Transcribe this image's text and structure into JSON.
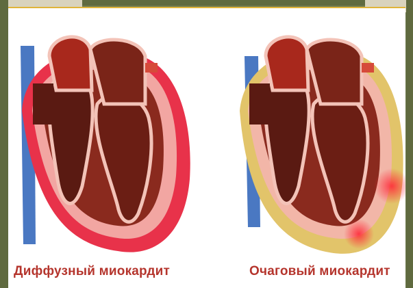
{
  "image": {
    "description_free": true
  },
  "captions": {
    "left": "Диффузный миокардит",
    "right": "Очаговый миокардит"
  },
  "colors": {
    "caption_text": "#b5352d",
    "diffuse_inflammation": "#e8324a",
    "focal_inflammation": "#e2c46a",
    "myocardium": "#8a2a1e",
    "endocardium": "#f3c3b8",
    "vessel_blue": "#4a78c2",
    "frame_olive": "#5f6a3f",
    "frame_beige": "#d9d3bd",
    "frame_gold": "#e0b43a"
  },
  "icons": [
    "heart-diffuse-illustration",
    "heart-focal-illustration"
  ]
}
